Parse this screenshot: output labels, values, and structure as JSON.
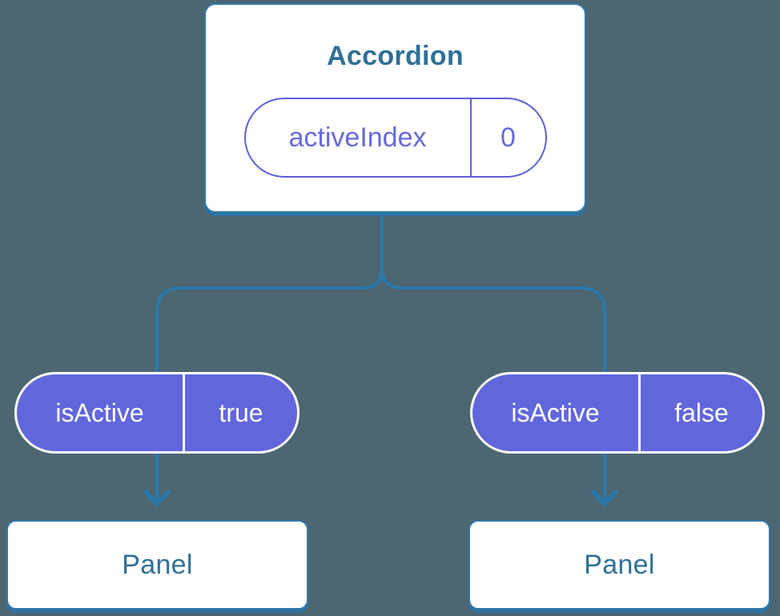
{
  "diagram": {
    "background_color": "#4C6772",
    "connector_color": "#2B79A9",
    "card_border_color": "#3478A8",
    "card_text_color": "#2F7096",
    "pill_fill_color": "#6266DC",
    "pill_outline_color": "#5C61DA",
    "root": {
      "title": "Accordion",
      "prop": {
        "name": "activeIndex",
        "value": "0"
      }
    },
    "children": [
      {
        "prop": {
          "name": "isActive",
          "value": "true"
        },
        "panel": {
          "title": "Panel"
        }
      },
      {
        "prop": {
          "name": "isActive",
          "value": "false"
        },
        "panel": {
          "title": "Panel"
        }
      }
    ]
  }
}
